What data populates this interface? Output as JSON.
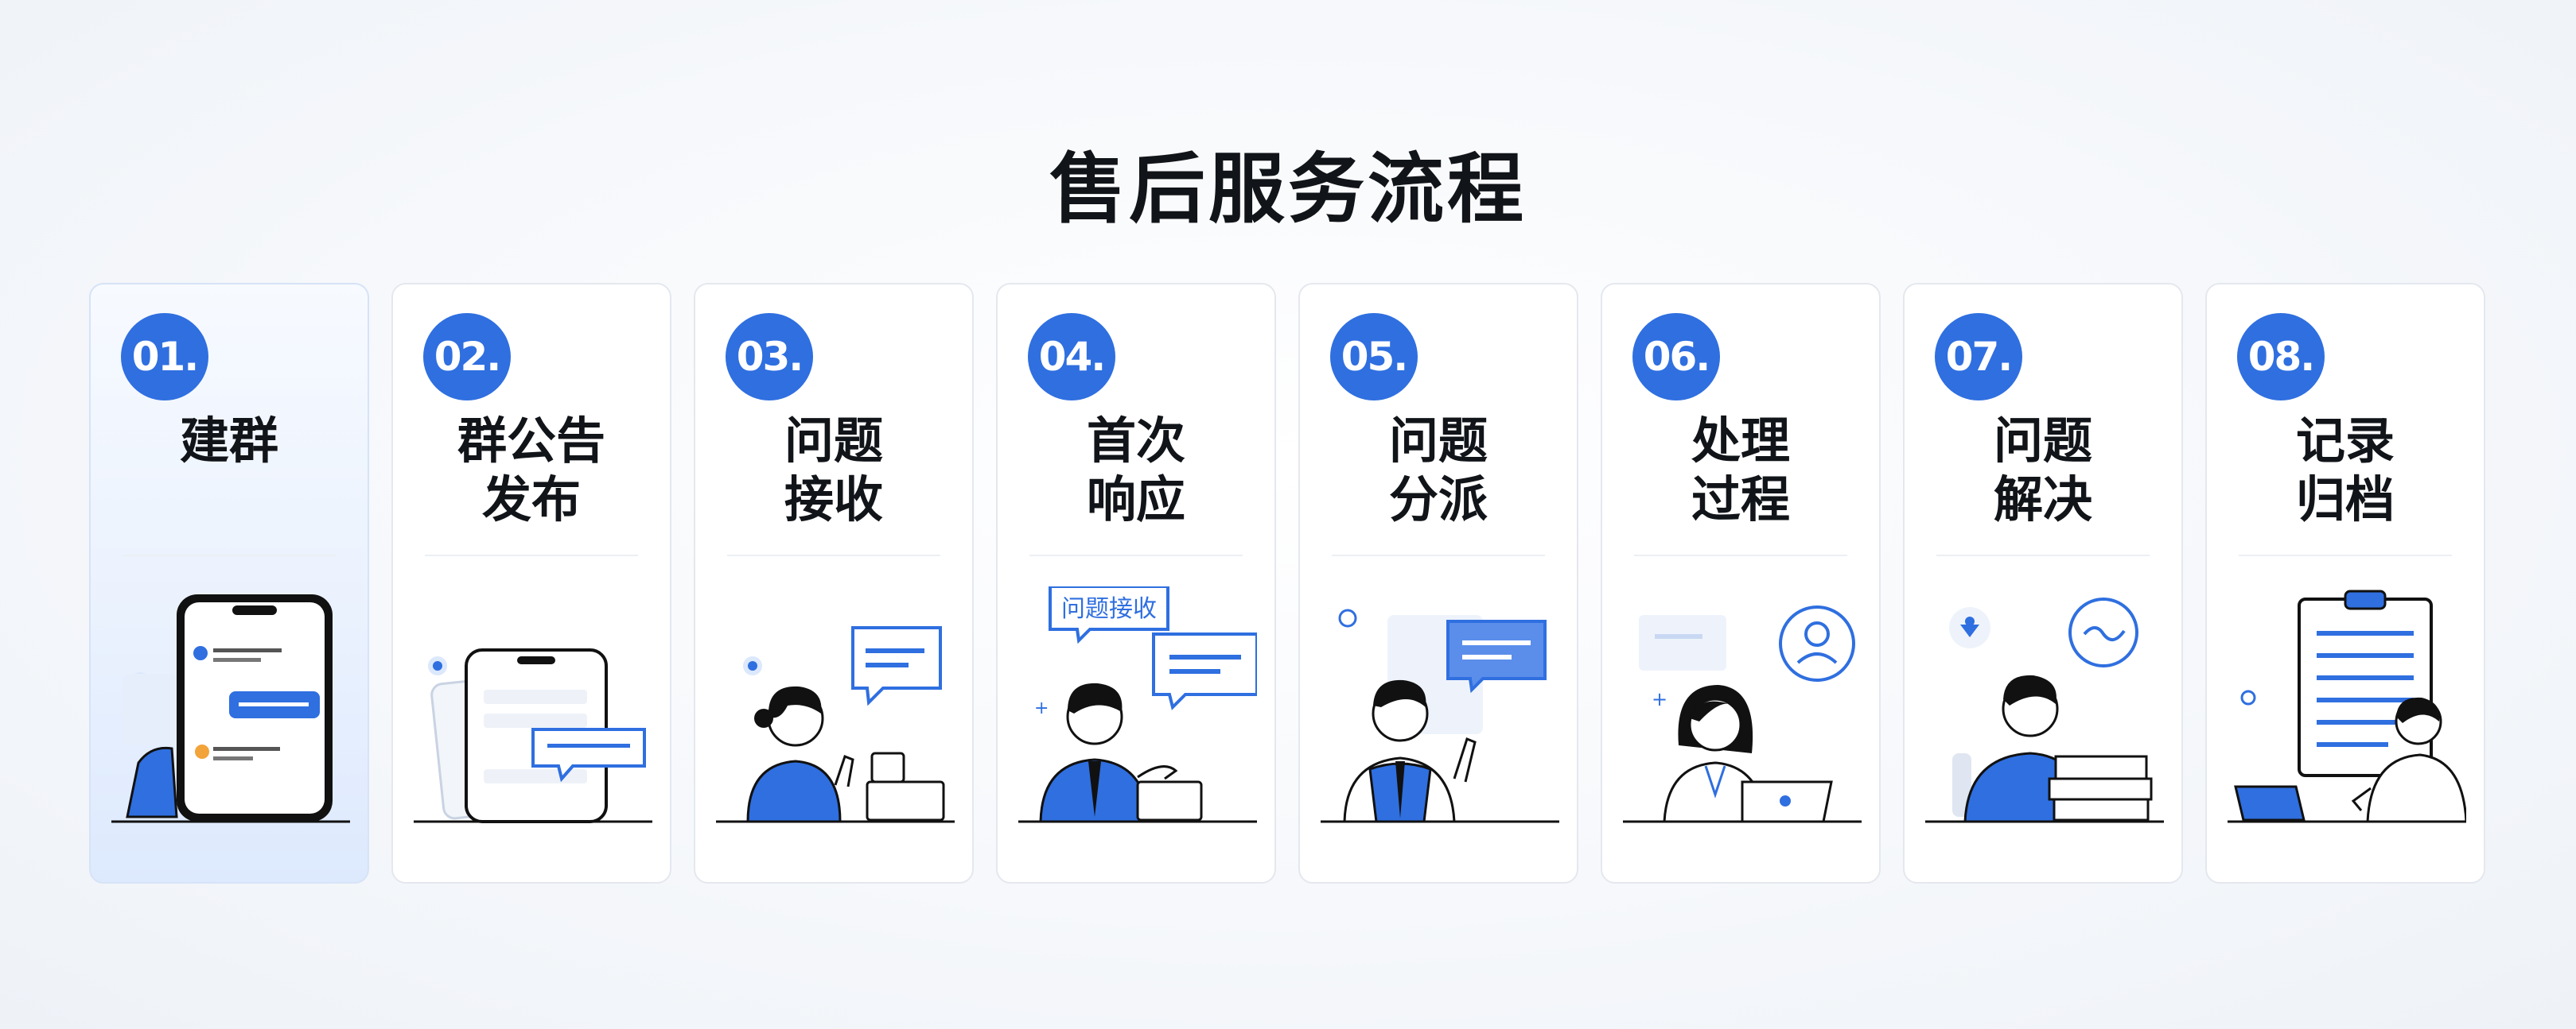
{
  "title": "售后服务流程",
  "steps": [
    {
      "number": "01.",
      "lines": [
        "建群"
      ]
    },
    {
      "number": "02.",
      "lines": [
        "群公告",
        "发布"
      ]
    },
    {
      "number": "03.",
      "lines": [
        "问题",
        "接收"
      ]
    },
    {
      "number": "04.",
      "lines": [
        "首次",
        "响应"
      ]
    },
    {
      "number": "05.",
      "lines": [
        "问题",
        "分派"
      ]
    },
    {
      "number": "06.",
      "lines": [
        "处理",
        "过程"
      ]
    },
    {
      "number": "07.",
      "lines": [
        "问题",
        "解决"
      ]
    },
    {
      "number": "08.",
      "lines": [
        "记录",
        "归档"
      ]
    }
  ],
  "illustrations": {
    "step4_bubble": "问题接收"
  },
  "colors": {
    "accent": "#2f6fe0",
    "accent_light": "#dce8fc",
    "text": "#111418"
  },
  "icons": [
    "phone-chat-icon",
    "phone-announcement-icon",
    "person-messages-icon",
    "person-laptop-icon",
    "person-pointing-icon",
    "person-laptop-support-icon",
    "person-documents-icon",
    "clipboard-archive-icon"
  ]
}
